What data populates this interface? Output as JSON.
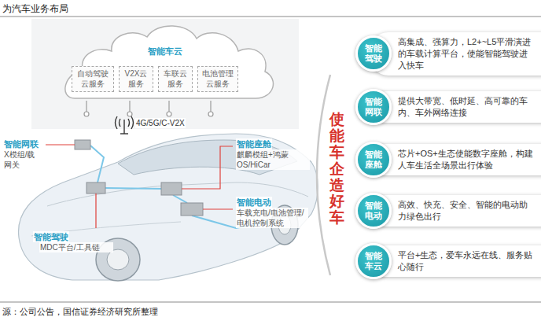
{
  "diagram": {
    "title": "为汽车业务布局",
    "caption": "源：公司公告，国信证券经济研究所整理",
    "nodes": [
      {
        "text": [
          "智能车云"
        ]
      },
      {
        "text": [
          "自动驾驶云服务"
        ],
        "in": 0
      },
      {
        "text": [
          "V2X云服务"
        ],
        "in": 0
      },
      {
        "text": [
          "车联云服务"
        ],
        "in": 0
      },
      {
        "text": [
          "电池管理云服务"
        ],
        "in": 0
      },
      {
        "text": [
          "智能驾驶"
        ]
      },
      {
        "text": [
          "高集成、强算力，L2+~L5平滑演进的车载计算平台，使能智能驾驶进入快车"
        ]
      },
      {
        "text": [
          "智能网联"
        ]
      },
      {
        "text": [
          "提供大带宽、低时延、高可靠的车内、车外网络连接"
        ]
      },
      {
        "text": [
          "智能座舱"
        ]
      },
      {
        "text": [
          "芯片+OS+生态使能数字座舱，构建人车生活全场景出行体验"
        ]
      },
      {
        "text": [
          "智能电动"
        ]
      },
      {
        "text": [
          "高效、快充、安全、智能的电动助力绿色出行"
        ]
      },
      {
        "text": [
          "智能车云"
        ]
      },
      {
        "text": [
          "平台+生态，爱车永远在线、服务贴心随行"
        ]
      }
    ],
    "labels": [
      "4G/5G/C-V2X",
      "智能网联",
      "X模组/载网关",
      "智能座舱",
      "麒麟模组+鸿蒙OS/HiCar",
      "智能驾驶",
      "MDC平台/工具链",
      "智能电动",
      "车载充电/电池管理/电机控制系统",
      "使能车企造好车"
    ]
  }
}
